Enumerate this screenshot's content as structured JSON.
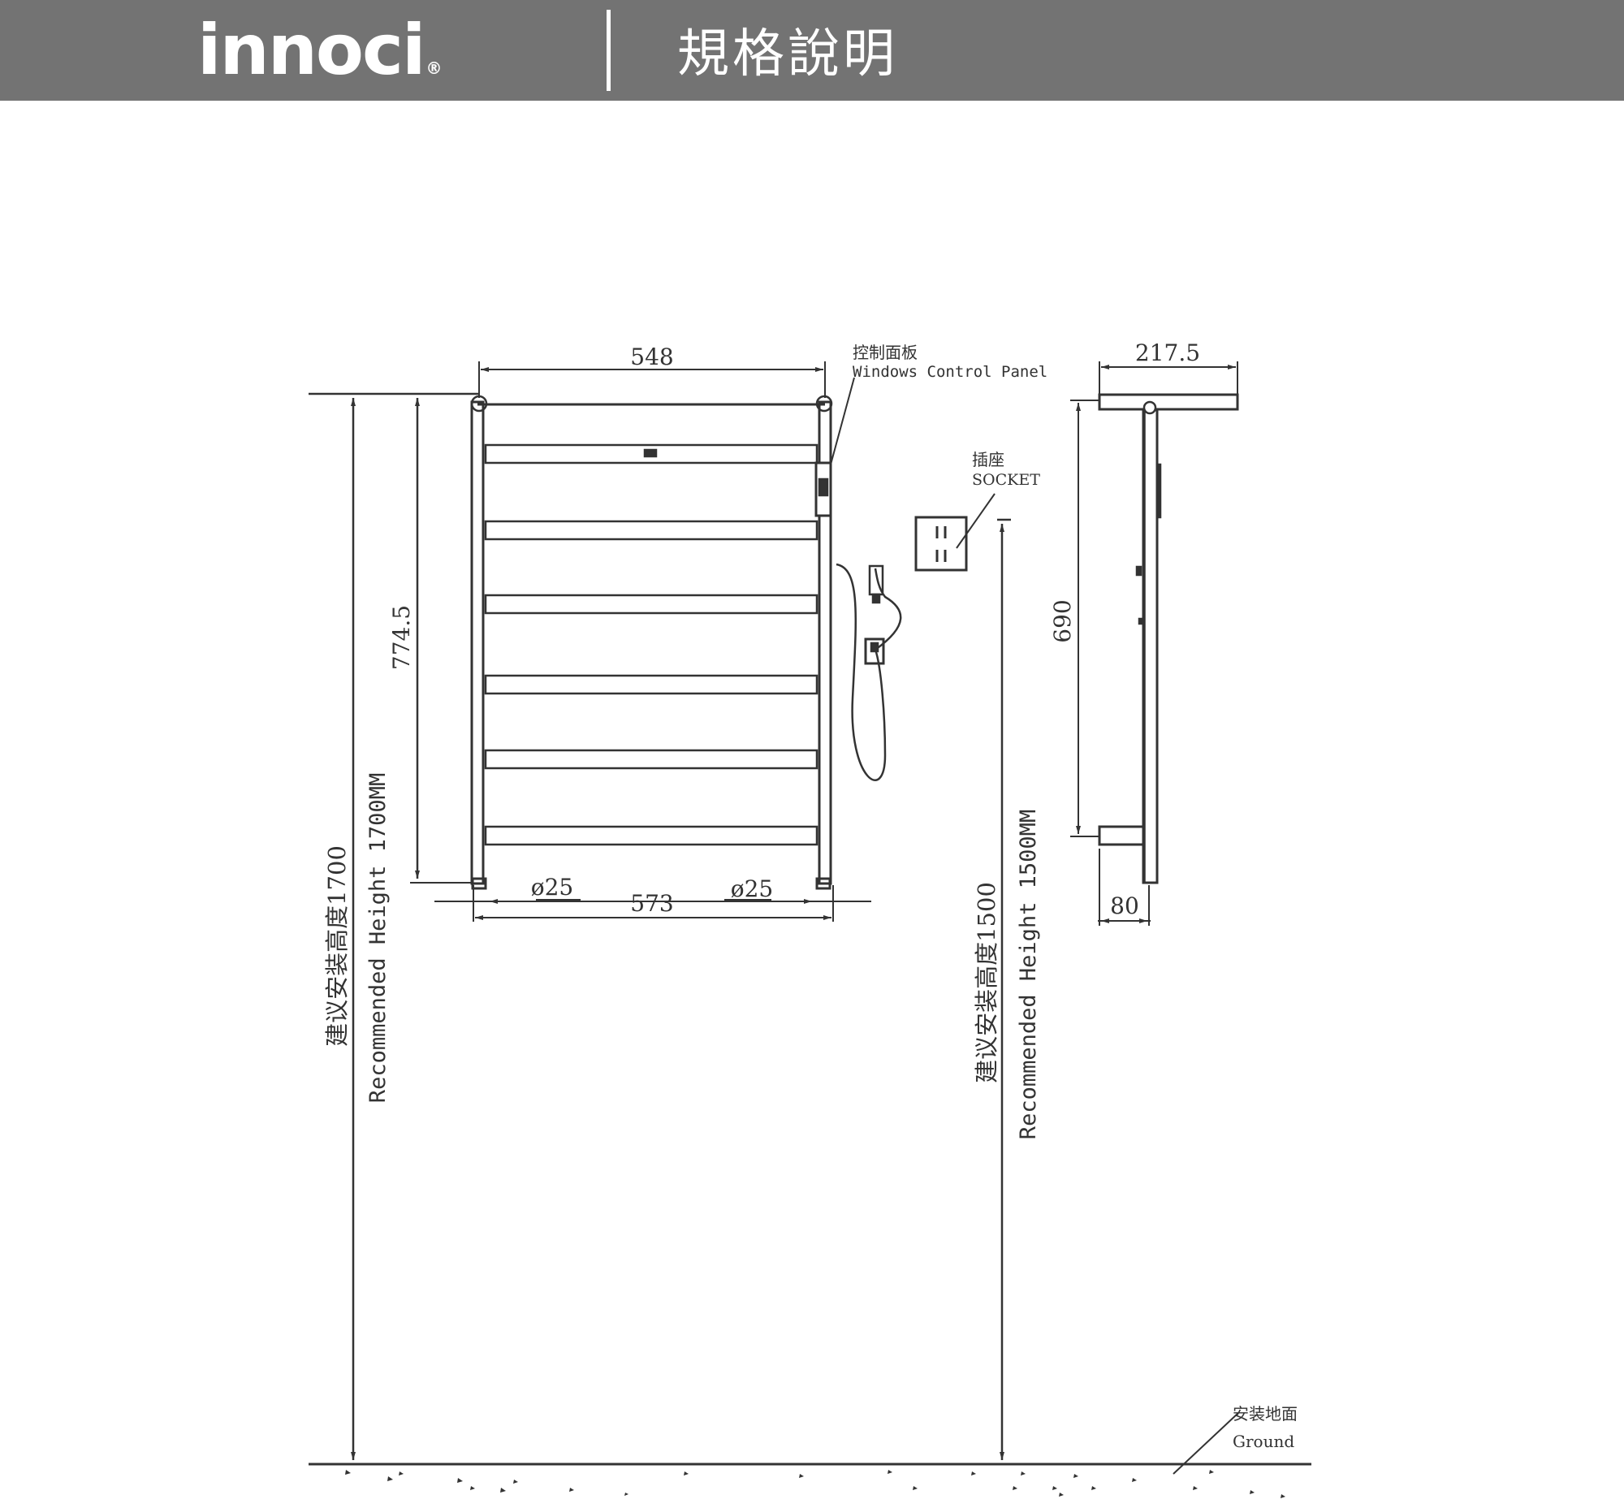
{
  "header": {
    "brand": "innoci",
    "brand_mark": "®",
    "title": "規格說明",
    "background": "#737373",
    "text_color": "#ffffff"
  },
  "dimensions": {
    "top_width": "548",
    "bottom_width": "573",
    "pipe_left": "ø25",
    "pipe_right": "ø25",
    "height": "774.5",
    "depth_top": "217.5",
    "side_height": "690",
    "depth_bottom": "80"
  },
  "labels": {
    "control_panel_cn": "控制面板",
    "control_panel_en": "Windows Control Panel",
    "socket_cn": "插座",
    "socket_en": "SOCKET",
    "rec_height_1700_cn": "建议安装高度1700",
    "rec_height_1700_en": "Recommended Height 1700MM",
    "rec_height_1500_cn": "建议安装高度1500",
    "rec_height_1500_en": "Recommended Height 1500MM",
    "ground_cn": "安装地面",
    "ground_en": "Ground"
  },
  "colors": {
    "line": "#333333"
  }
}
